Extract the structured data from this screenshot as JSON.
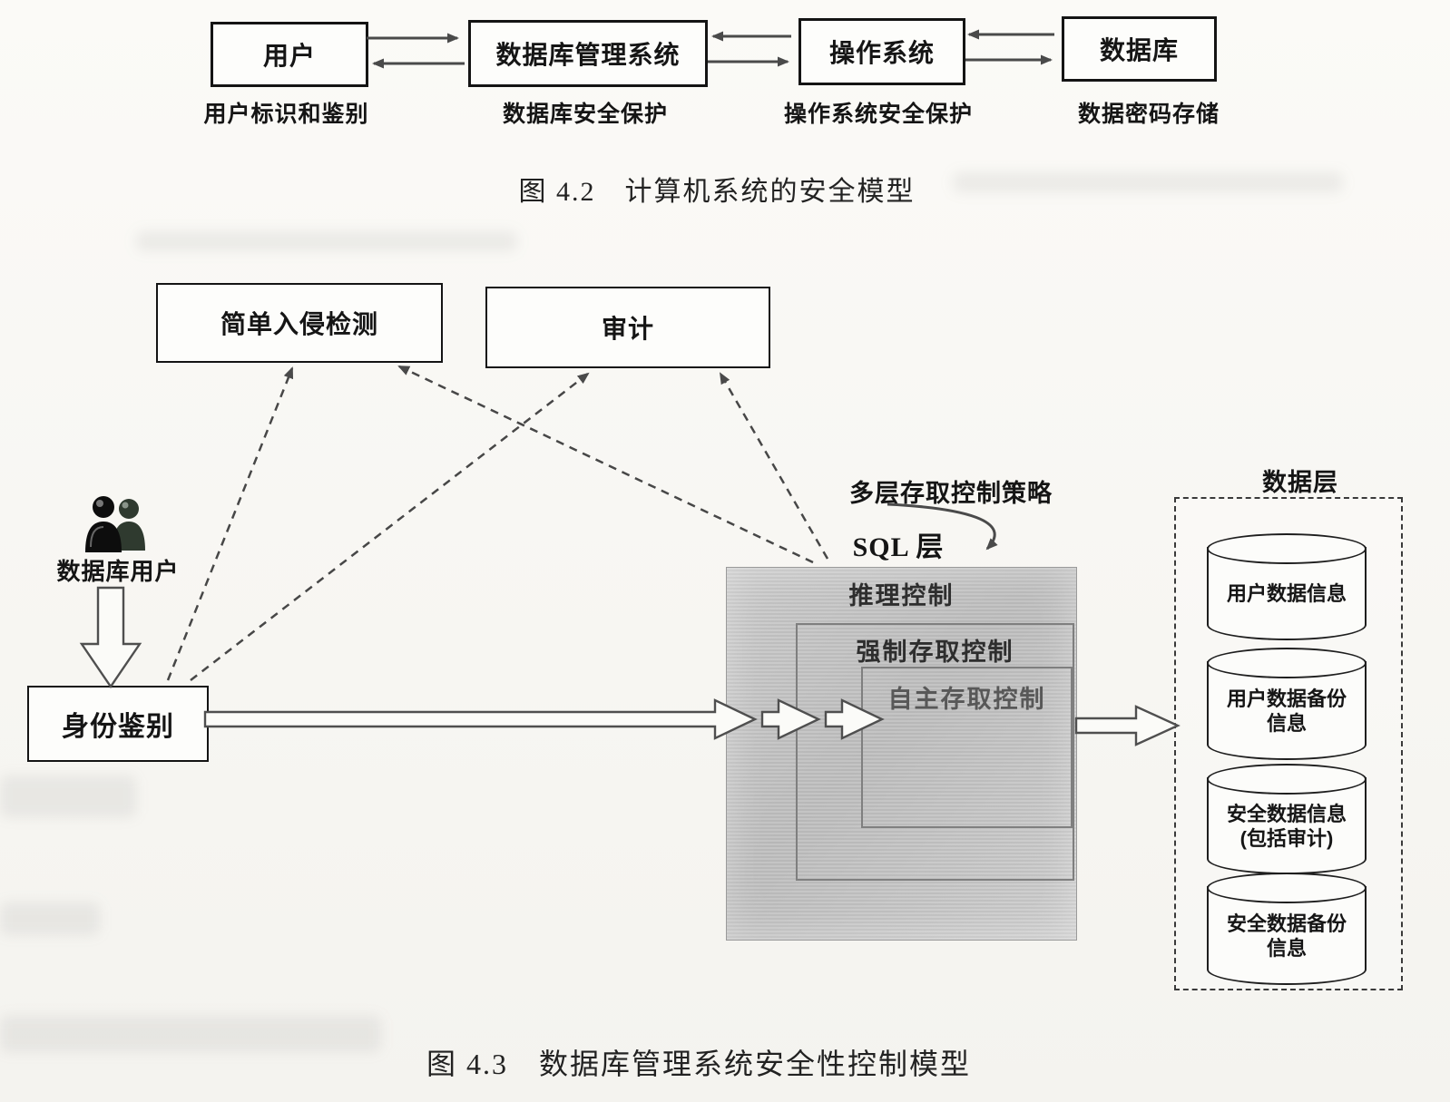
{
  "fig42": {
    "nodes": [
      {
        "label": "用户"
      },
      {
        "label": "数据库管理系统"
      },
      {
        "label": "操作系统"
      },
      {
        "label": "数据库"
      }
    ],
    "sublabels": [
      "用户标识和鉴别",
      "数据库安全保护",
      "操作系统安全保护",
      "数据密码存储"
    ],
    "caption": "图 4.2　计算机系统的安全模型"
  },
  "fig43": {
    "intrusion_label": "简单入侵检测",
    "audit_label": "审计",
    "db_users_label": "数据库用户",
    "identity_label": "身份鉴别",
    "policy_label": "多层存取控制策略",
    "sql_layer_label": "SQL 层",
    "inference_label": "推理控制",
    "mandatory_label": "强制存取控制",
    "discretionary_label": "自主存取控制",
    "data_layer_label": "数据层",
    "cylinders": [
      {
        "label": "用户数据信息"
      },
      {
        "label": "用户数据备份\n信息"
      },
      {
        "label": "安全数据信息\n(包括审计)"
      },
      {
        "label": "安全数据备份\n信息"
      }
    ],
    "caption": "图 4.3　数据库管理系统安全性控制模型"
  },
  "colors": {
    "box_border": "#141414",
    "arrow": "#4a4a4a",
    "sql_box_fill": "#c6c6c6",
    "paper": "#fbfaf7"
  }
}
